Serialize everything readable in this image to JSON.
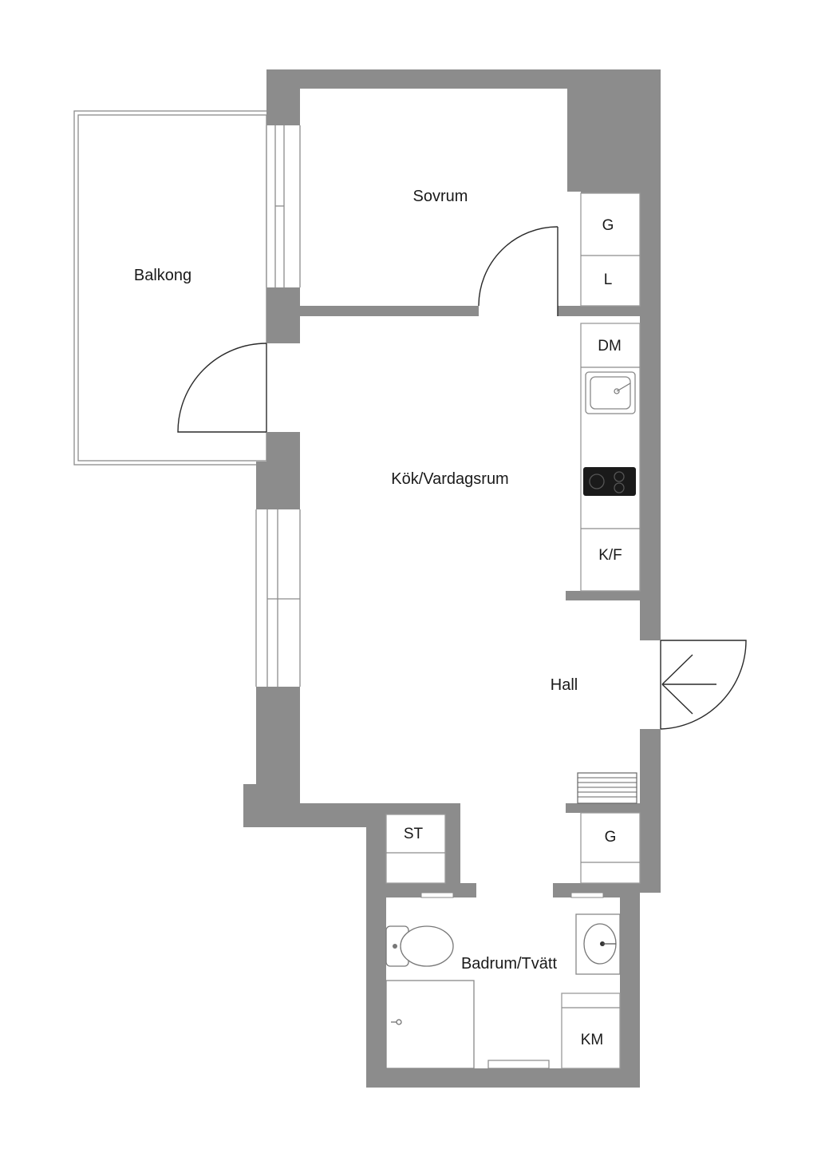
{
  "rooms": {
    "sovrum": "Sovrum",
    "balkong": "Balkong",
    "kok_vardagsrum": "Kök/Vardagsrum",
    "hall": "Hall",
    "badrum_tvatt": "Badrum/Tvätt"
  },
  "fixtures": {
    "wardrobe_g_top": "G",
    "linen_l": "L",
    "dishwasher": "DM",
    "fridge_freezer": "K/F",
    "storage_st": "ST",
    "wardrobe_g_hall": "G",
    "washing_machine": "KM"
  },
  "colors": {
    "wall": "#8c8c8c",
    "background": "#ffffff",
    "hob": "#1a1a1a",
    "door_line": "#2a2a2a"
  }
}
